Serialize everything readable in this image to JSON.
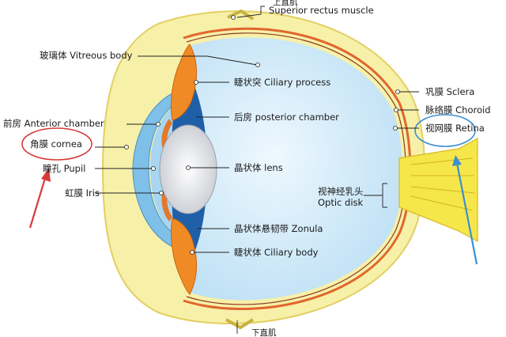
{
  "labels": {
    "top_cut": "上直肌",
    "superior_rectus": "Superior rectus muscle",
    "vitreous": "玻璃体 Vitreous body",
    "ciliary_process": "睫状突  Ciliary process",
    "anterior_chamber": "前房 Anterior chamber",
    "posterior_chamber": "后房 posterior chamber",
    "cornea": "角膜 cornea",
    "pupil": "瞳孔 Pupil",
    "lens": "晶状体 lens",
    "iris": "虹膜 Iris",
    "sclera": "巩膜 Sclera",
    "choroid": "脉络膜 Choroid",
    "retina": "视网膜 Retina",
    "optic_disk_cn": "视神经乳头",
    "optic_disk_en": "Optic disk",
    "zonula": "晶状体悬韧带 Zonula",
    "ciliary_body": "睫状体 Ciliary body",
    "bottom_cut": "下直肌"
  },
  "colors": {
    "vitreous": "#cfe9f8",
    "sclera": "#f7f0a8",
    "ciliary": "#f08a24",
    "lens": "#e4e6ea",
    "optic_nerve": "#f5e64a",
    "cornea_blue": "#7fc0e8",
    "dark_blue": "#1f5fa8",
    "highlight_red": "#d83a3a",
    "highlight_blue": "#3a8fd0"
  }
}
